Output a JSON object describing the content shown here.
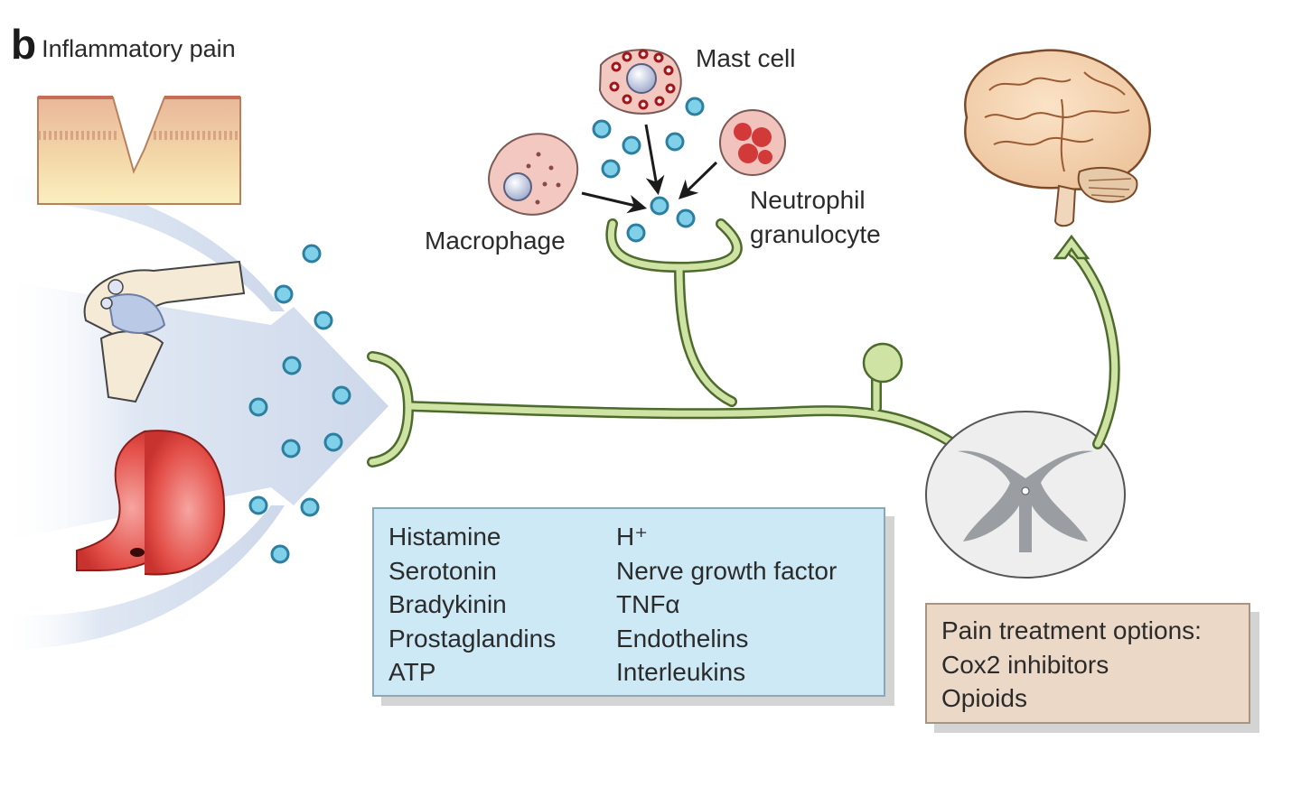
{
  "figure": {
    "panel_letter": "b",
    "title": "Inflammatory pain"
  },
  "cells": {
    "mast_cell": "Mast cell",
    "macrophage": "Macrophage",
    "neutrophil_line1": "Neutrophil",
    "neutrophil_line2": "granulocyte"
  },
  "mediators": {
    "left_column": [
      "Histamine",
      "Serotonin",
      "Bradykinin",
      "Prostaglandins",
      "ATP"
    ],
    "right_column": [
      "H⁺",
      "Nerve growth factor",
      "TNFα",
      "Endothelins",
      "Interleukins"
    ]
  },
  "treatment": {
    "heading": "Pain treatment options:",
    "items": [
      "Cox2 inhibitors",
      "Opioids"
    ]
  },
  "colors": {
    "mediator_box_fill": "#cde9f6",
    "treatment_box_fill": "#ecd8c6",
    "nerve_green": "#cfe3a4",
    "molecule_blue": "#7fd0e8",
    "arrow_shade": "#d3dded"
  }
}
